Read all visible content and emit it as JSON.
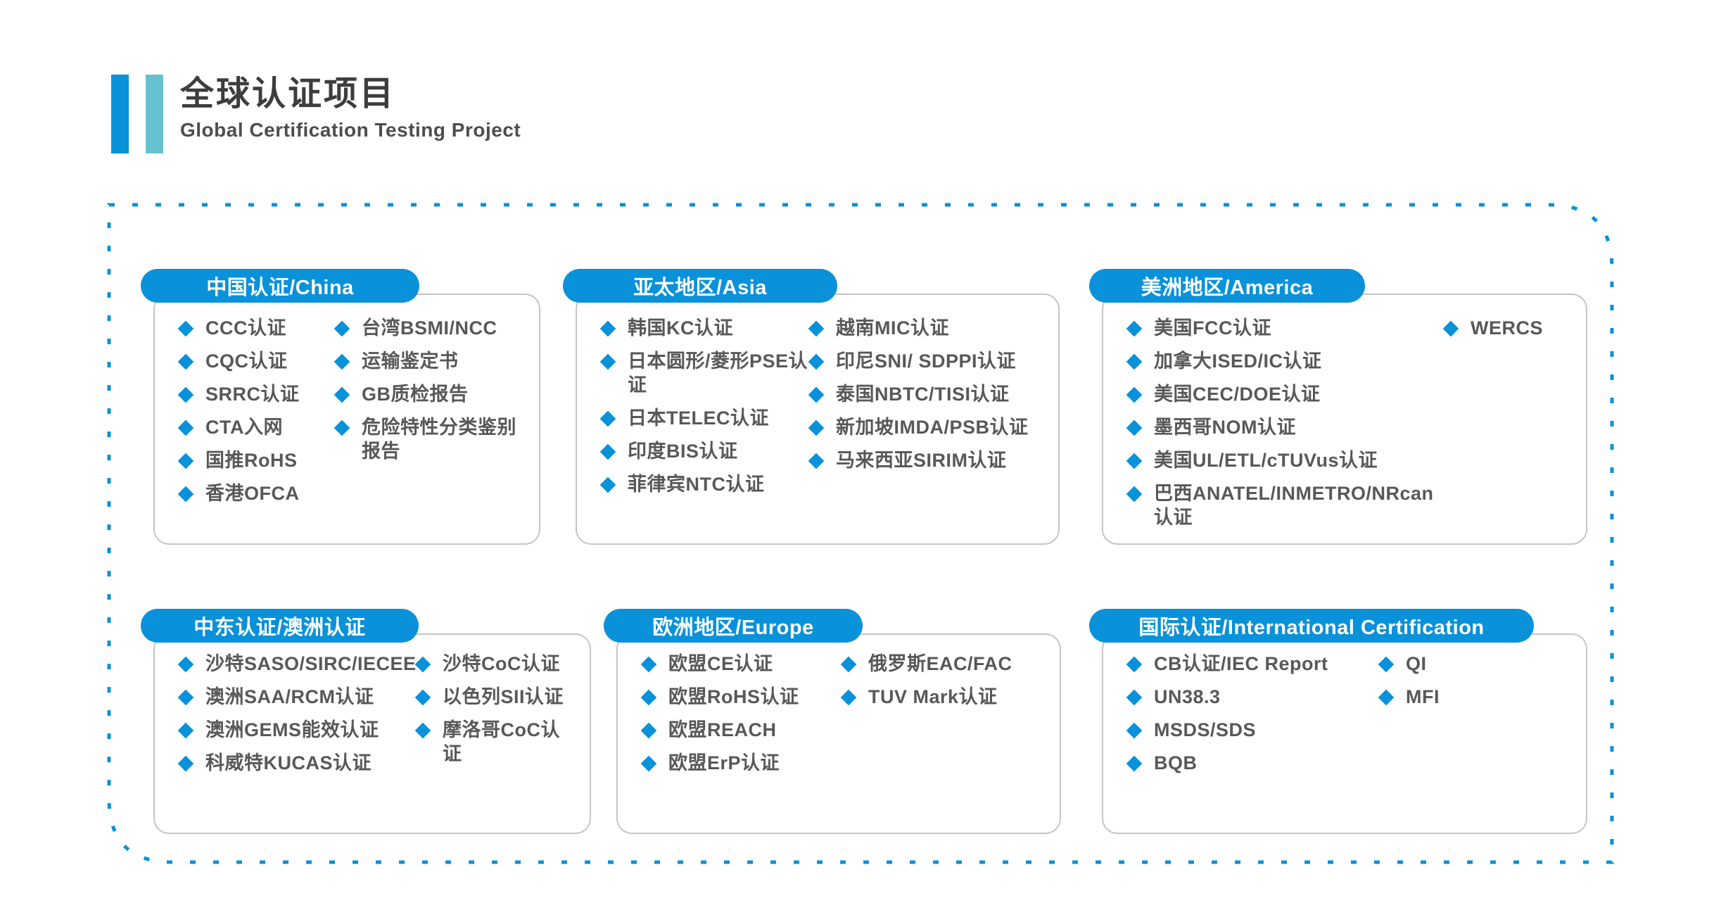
{
  "header": {
    "title": "全球认证项目",
    "subtitle": "Global Certification Testing Project"
  },
  "colors": {
    "accent_blue": "#0991DA",
    "teal_bar": "#66C2CE",
    "item_text_gray": "#58585A",
    "card_border_gray": "#C5C5C5"
  },
  "cards": [
    {
      "header": "中国认证/China",
      "columns": [
        [
          "CCC认证",
          "CQC认证",
          "SRRC认证",
          "CTA入网",
          "国推RoHS",
          "香港OFCA"
        ],
        [
          "台湾BSMI/NCC",
          "运输鉴定书",
          "GB质检报告",
          "危险特性分类鉴别报告"
        ]
      ]
    },
    {
      "header": "亚太地区/Asia",
      "columns": [
        [
          "韩国KC认证",
          "日本圆形/菱形PSE认证",
          "日本TELEC认证",
          "印度BIS认证",
          "菲律宾NTC认证"
        ],
        [
          "越南MIC认证",
          "印尼SNI/ SDPPI认证",
          "泰国NBTC/TISI认证",
          "新加坡IMDA/PSB认证",
          "马来西亚SIRIM认证"
        ]
      ]
    },
    {
      "header": "美洲地区/America",
      "columns": [
        [
          "美国FCC认证",
          "加拿大ISED/IC认证",
          "美国CEC/DOE认证",
          "墨西哥NOM认证",
          "美国UL/ETL/cTUVus认证",
          "巴西ANATEL/INMETRO/NRcan认证"
        ],
        [
          "WERCS"
        ]
      ]
    },
    {
      "header": "中东认证/澳洲认证",
      "columns": [
        [
          "沙特SASO/SIRC/IECEE",
          "澳洲SAA/RCM认证",
          "澳洲GEMS能效认证",
          "科威特KUCAS认证"
        ],
        [
          "沙特CoC认证",
          "以色列SII认证",
          "摩洛哥CoC认证"
        ]
      ]
    },
    {
      "header": "欧洲地区/Europe",
      "columns": [
        [
          "欧盟CE认证",
          "欧盟RoHS认证",
          "欧盟REACH",
          "欧盟ErP认证"
        ],
        [
          "俄罗斯EAC/FAC",
          "TUV Mark认证"
        ]
      ]
    },
    {
      "header": "国际认证/International Certification",
      "columns": [
        [
          "CB认证/IEC Report",
          "UN38.3",
          "MSDS/SDS",
          "BQB"
        ],
        [
          "QI",
          "MFI"
        ]
      ]
    }
  ]
}
